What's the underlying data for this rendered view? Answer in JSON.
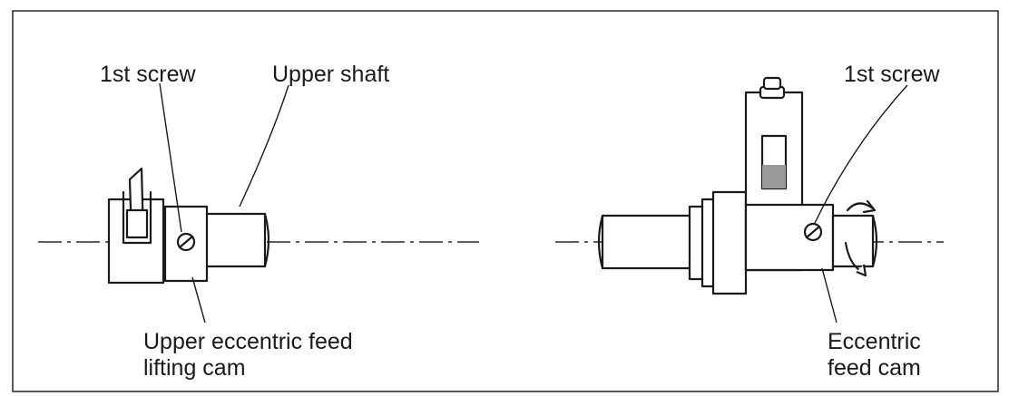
{
  "left_view": {
    "label_screw": "1st screw",
    "label_shaft": "Upper shaft",
    "label_cam_line1": "Upper eccentric feed",
    "label_cam_line2": "lifting cam"
  },
  "right_view": {
    "label_screw": "1st screw",
    "label_cam_line1": "Eccentric",
    "label_cam_line2": "feed cam"
  },
  "colors": {
    "ink": "#1a1a1a",
    "paper": "#ffffff"
  }
}
